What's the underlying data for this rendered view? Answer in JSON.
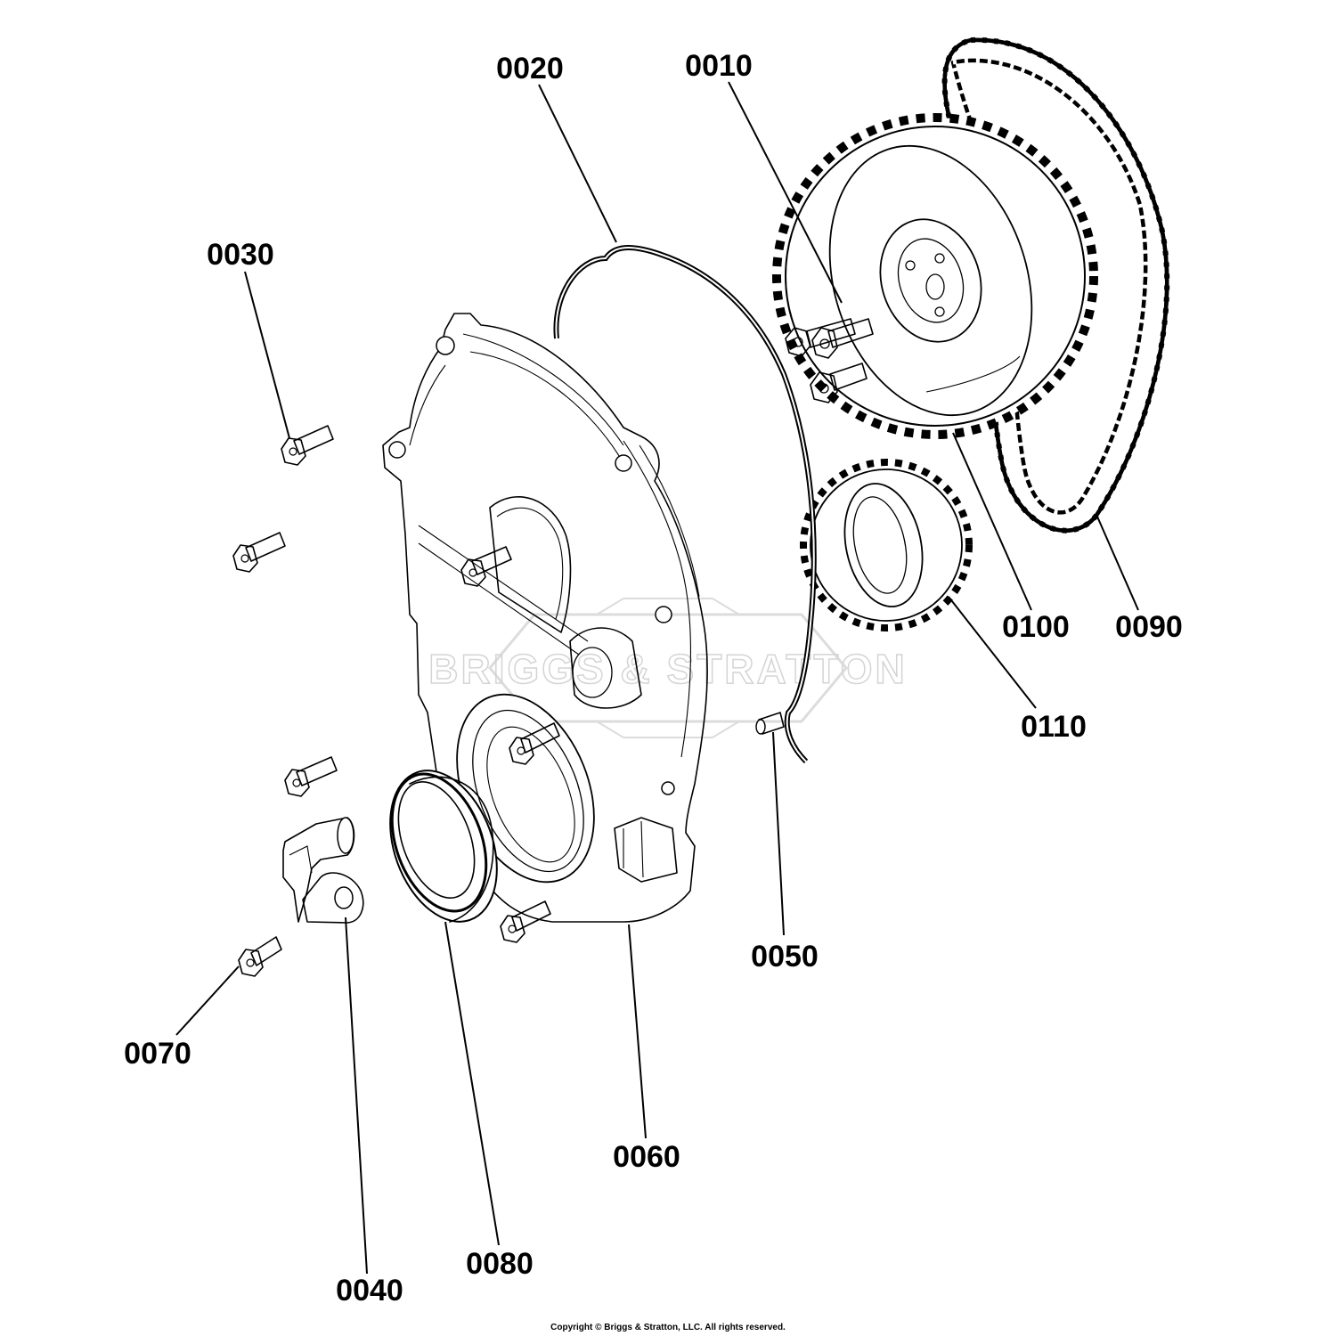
{
  "watermark": "BRIGGS & STRATTON",
  "copyright": "Copyright © Briggs & Stratton, LLC. All rights reserved.",
  "callouts": {
    "c0010": "0010",
    "c0020": "0020",
    "c0030": "0030",
    "c0040": "0040",
    "c0050": "0050",
    "c0060": "0060",
    "c0070": "0070",
    "c0080": "0080",
    "c0090": "0090",
    "c0100": "0100",
    "c0110": "0110"
  }
}
